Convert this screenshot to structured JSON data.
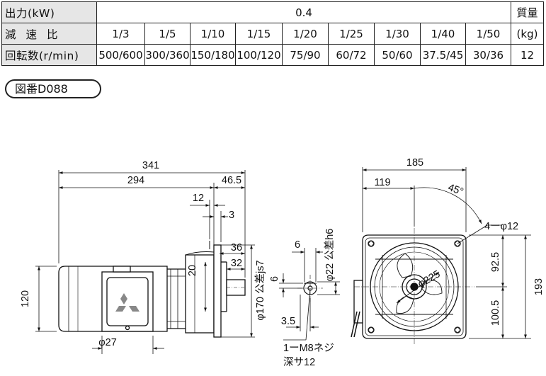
{
  "table": {
    "output_label": "出力(kW)",
    "output_value": "0.4",
    "mass_label": "質量",
    "mass_unit": "(kg)",
    "ratio_label": "減速比",
    "rpm_label": "回転数(r/min)",
    "ratios": [
      "1/3",
      "1/5",
      "1/10",
      "1/15",
      "1/20",
      "1/25",
      "1/30",
      "1/40",
      "1/50"
    ],
    "speeds": [
      "500/600",
      "300/360",
      "150/180",
      "100/120",
      "75/90",
      "60/72",
      "50/60",
      "37.5/45",
      "30/36"
    ],
    "mass_value": "12"
  },
  "figure_tag": "図番D088",
  "dims": {
    "d341": "341",
    "d294": "294",
    "d46_5": "46.5",
    "d12_top": "12",
    "d3": "3",
    "d36": "36",
    "d32": "32",
    "d20": "20",
    "d120": "120",
    "d27": "φ27",
    "d170": "φ170 公差js7",
    "d6_top": "6",
    "d22": "φ22 公差h6",
    "d6_side": "6",
    "d3_5": "3.5",
    "tap1": "1ーM8ネジ",
    "tap2": "深サ12",
    "d185": "185",
    "d119": "119",
    "d45": "45°",
    "holes": "4ーφ12",
    "d225": "φ225",
    "d92_5": "92.5",
    "d100_5": "100.5",
    "d193": "193"
  }
}
